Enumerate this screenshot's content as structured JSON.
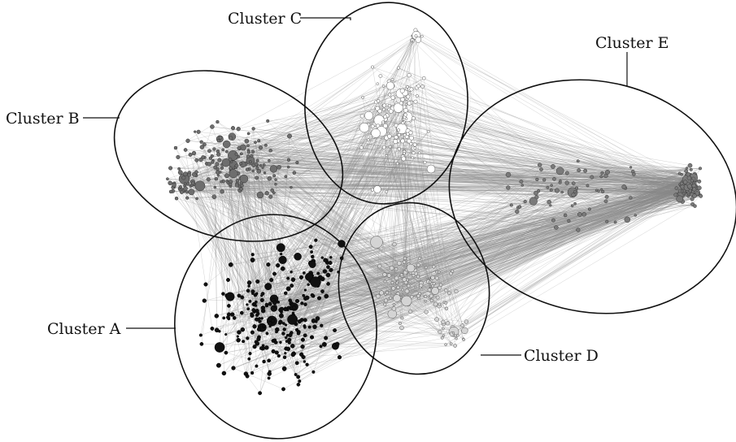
{
  "figure": {
    "clusters": [
      {
        "id": "A",
        "label": "Cluster A",
        "node_fill": "#111111",
        "node_stroke": "#000000"
      },
      {
        "id": "B",
        "label": "Cluster B",
        "node_fill": "#6e6e6e",
        "node_stroke": "#333333"
      },
      {
        "id": "C",
        "label": "Cluster C",
        "node_fill": "#ffffff",
        "node_stroke": "#555555"
      },
      {
        "id": "D",
        "label": "Cluster D",
        "node_fill": "#d4d4d4",
        "node_stroke": "#555555"
      },
      {
        "id": "E",
        "label": "Cluster E",
        "node_fill": "#7a7a7a",
        "node_stroke": "#3a3a3a"
      }
    ],
    "colors": {
      "edge": "#8a8a8a",
      "outline": "#111111",
      "background": "#ffffff"
    }
  }
}
